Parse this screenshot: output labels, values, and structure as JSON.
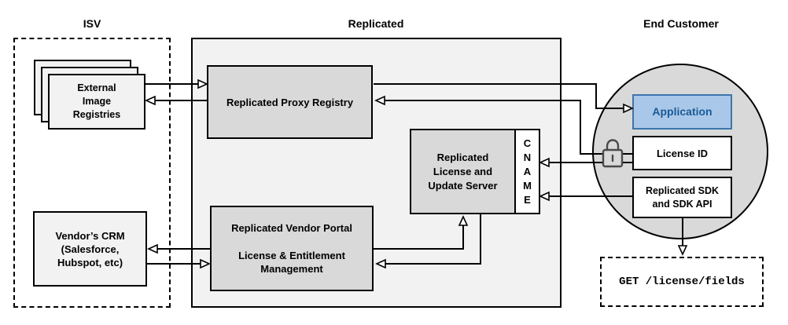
{
  "sections": {
    "isv": {
      "label": "ISV"
    },
    "replicated": {
      "label": "Replicated"
    },
    "end_customer": {
      "label": "End Customer"
    }
  },
  "nodes": {
    "external_registries": {
      "label": "External\nImage\nRegistries"
    },
    "vendor_crm": {
      "label": "Vendor’s CRM\n(Salesforce,\nHubspot, etc)"
    },
    "proxy_registry": {
      "label": "Replicated Proxy Registry"
    },
    "license_update_server": {
      "label": "Replicated\nLicense and\nUpdate Server"
    },
    "cname": {
      "label": "C\nN\nA\nM\nE"
    },
    "vendor_portal": {
      "label": "Replicated Vendor Portal\n\nLicense & Entitlement\nManagement"
    },
    "application": {
      "label": "Application"
    },
    "license_id": {
      "label": "License ID"
    },
    "sdk": {
      "label": "Replicated SDK\nand SDK API"
    },
    "get_endpoint": {
      "label": "GET /license/fields"
    }
  },
  "icons": {
    "unlock": {
      "name": "unlock-icon",
      "meaning": "unauthenticated / license unlock"
    }
  },
  "colors": {
    "accent_fill": "#a9c8e9",
    "accent_border": "#3b76ad",
    "accent_text": "#1a5a96",
    "inner_box_gray": "#d9d9d9",
    "panel_gray": "#f2f2f2",
    "light_box": "#f2f2f2",
    "line": "#000000",
    "lock_stroke": "#4a4a4a"
  }
}
